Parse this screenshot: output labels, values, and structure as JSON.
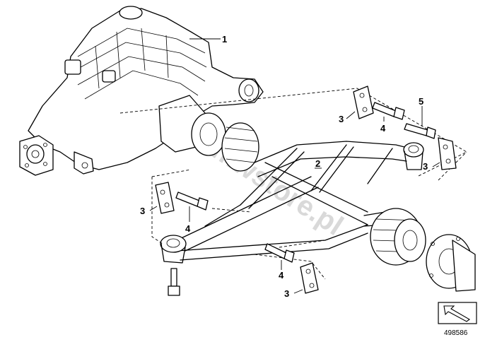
{
  "watermark": "www.bmwstore.pl",
  "diagram_id": "498586",
  "callouts": [
    {
      "id": "callout-1",
      "label": "1"
    },
    {
      "id": "callout-2",
      "label": "2"
    },
    {
      "id": "callout-3a",
      "label": "3"
    },
    {
      "id": "callout-4a",
      "label": "4"
    },
    {
      "id": "callout-5",
      "label": "5"
    },
    {
      "id": "callout-3b",
      "label": "3"
    },
    {
      "id": "callout-3c",
      "label": "3"
    },
    {
      "id": "callout-4b",
      "label": "4"
    },
    {
      "id": "callout-4c",
      "label": "4"
    },
    {
      "id": "callout-3d",
      "label": "3"
    }
  ],
  "icons": {
    "direction": "arrow-direction-icon"
  }
}
